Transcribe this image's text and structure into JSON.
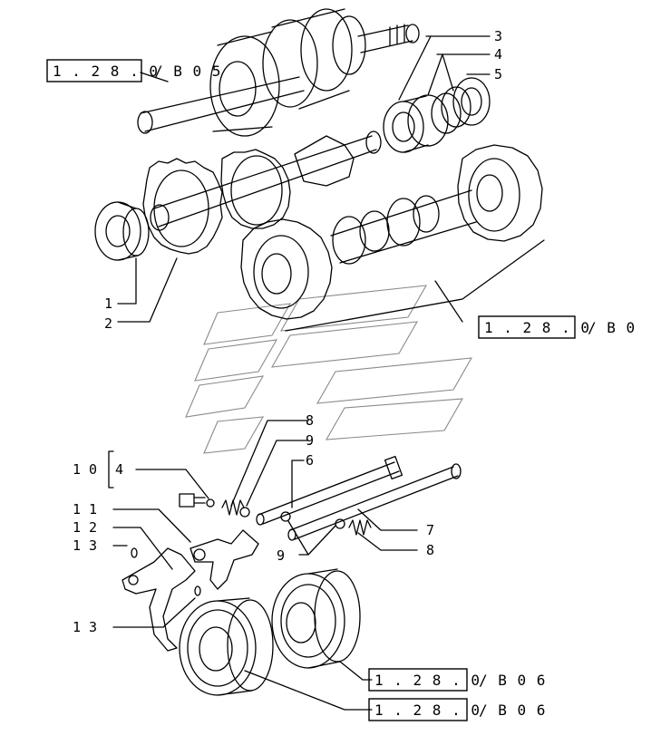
{
  "callouts": {
    "c1": "1",
    "c2": "2",
    "c3": "3",
    "c4_top": "4",
    "c5": "5",
    "c6": "6",
    "c7": "7",
    "c8_top": "8",
    "c8_bottom": "8",
    "c9_top": "9",
    "c9_bottom": "9",
    "c10": "1 0",
    "c1_left": "1",
    "c4_left": "4",
    "c11": "1 1",
    "c12": "1 2",
    "c13_top": "1 3",
    "c13_bottom": "1 3"
  },
  "references": {
    "ref_top_box": "1 . 2 8 . 0",
    "ref_top_suffix": "/  B  0 5",
    "ref_mid_box": "1 . 2 8 . 0",
    "ref_mid_suffix": "/  B  0",
    "ref_bot1_box": "1 . 2 8 . 0",
    "ref_bot1_suffix": "/  B  0 6",
    "ref_bot2_box": "1 . 2 8 . 0",
    "ref_bot2_suffix": "/  B  0 6"
  },
  "icons": [
    "gear-icon",
    "bearing-icon",
    "shaft-icon",
    "shift-fork-icon",
    "spring-icon",
    "synchronizer-icon",
    "watermark-logo"
  ]
}
